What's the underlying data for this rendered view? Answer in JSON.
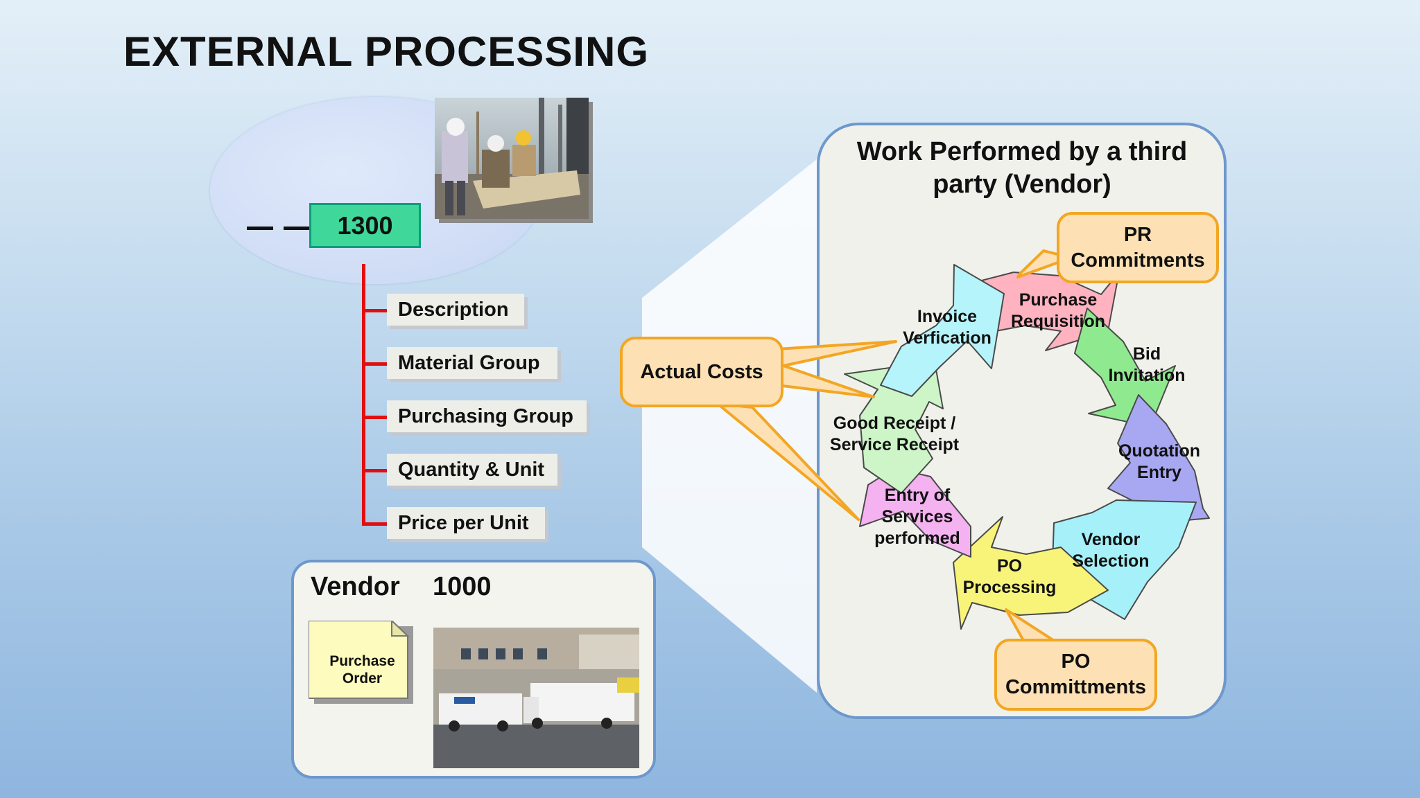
{
  "title": "EXTERNAL PROCESSING",
  "material_code": "1300",
  "fields": [
    "Description",
    "Material Group",
    "Purchasing Group",
    "Quantity & Unit",
    "Price per Unit"
  ],
  "vendor": {
    "label": "Vendor",
    "number": "1000",
    "document": "Purchase Order"
  },
  "panel": {
    "title": "Work Performed by a third party (Vendor)"
  },
  "callouts": {
    "pr_commitments": "PR Commitments",
    "actual_costs": "Actual Costs",
    "po_commitments": "PO Committments"
  },
  "cycle_steps": {
    "purchase_requisition": "Purchase Requisition",
    "bid_invitation": "Bid Invitation",
    "quotation_entry": "Quotation Entry",
    "vendor_selection": "Vendor Selection",
    "po_processing": "PO Processing",
    "entry_services": "Entry of Services performed",
    "good_receipt": "Good Receipt / Service Receipt",
    "invoice_verification": "Invoice Verfication"
  },
  "colors": {
    "code_box": "#3fd89a",
    "tree_line": "#e01010",
    "callout_fill": "#fde0b3",
    "callout_border": "#f2a623",
    "arrow_pink": "#ffb2c0",
    "arrow_green": "#8fea8f",
    "arrow_purple": "#a8a8f2",
    "arrow_cyan": "#a6f0fa",
    "arrow_yellow": "#f8f47a",
    "arrow_magenta": "#f4b2f0",
    "arrow_lightgreen": "#cdf5c8",
    "arrow_lightcyan": "#b6f4fc"
  }
}
